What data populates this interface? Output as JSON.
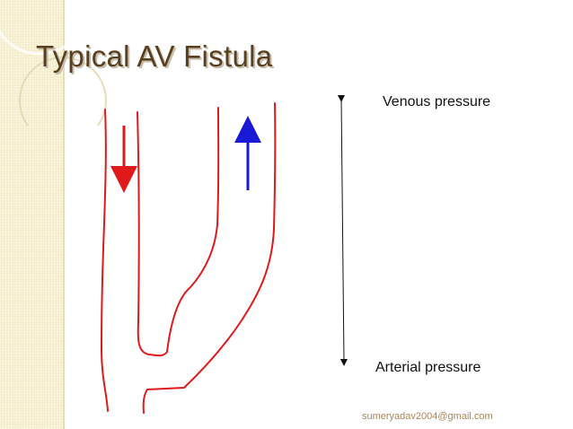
{
  "slide": {
    "title": "Typical AV Fistula",
    "labels": {
      "venous": "Venous pressure",
      "arterial": "Arterial pressure"
    },
    "footer_email": "sumeryadav2004@gmail.com"
  },
  "colors": {
    "vessel": "#e01a1a",
    "arrow_down": "#e01a1a",
    "arrow_up": "#1a1ad6",
    "pressure_axis": "#111111",
    "title": "#5a3f1f",
    "band": "#f5ecc8"
  },
  "icons": {
    "flow_down": "arrow-down",
    "flow_up": "arrow-up",
    "pressure_axis": "double-headed-arrow"
  }
}
